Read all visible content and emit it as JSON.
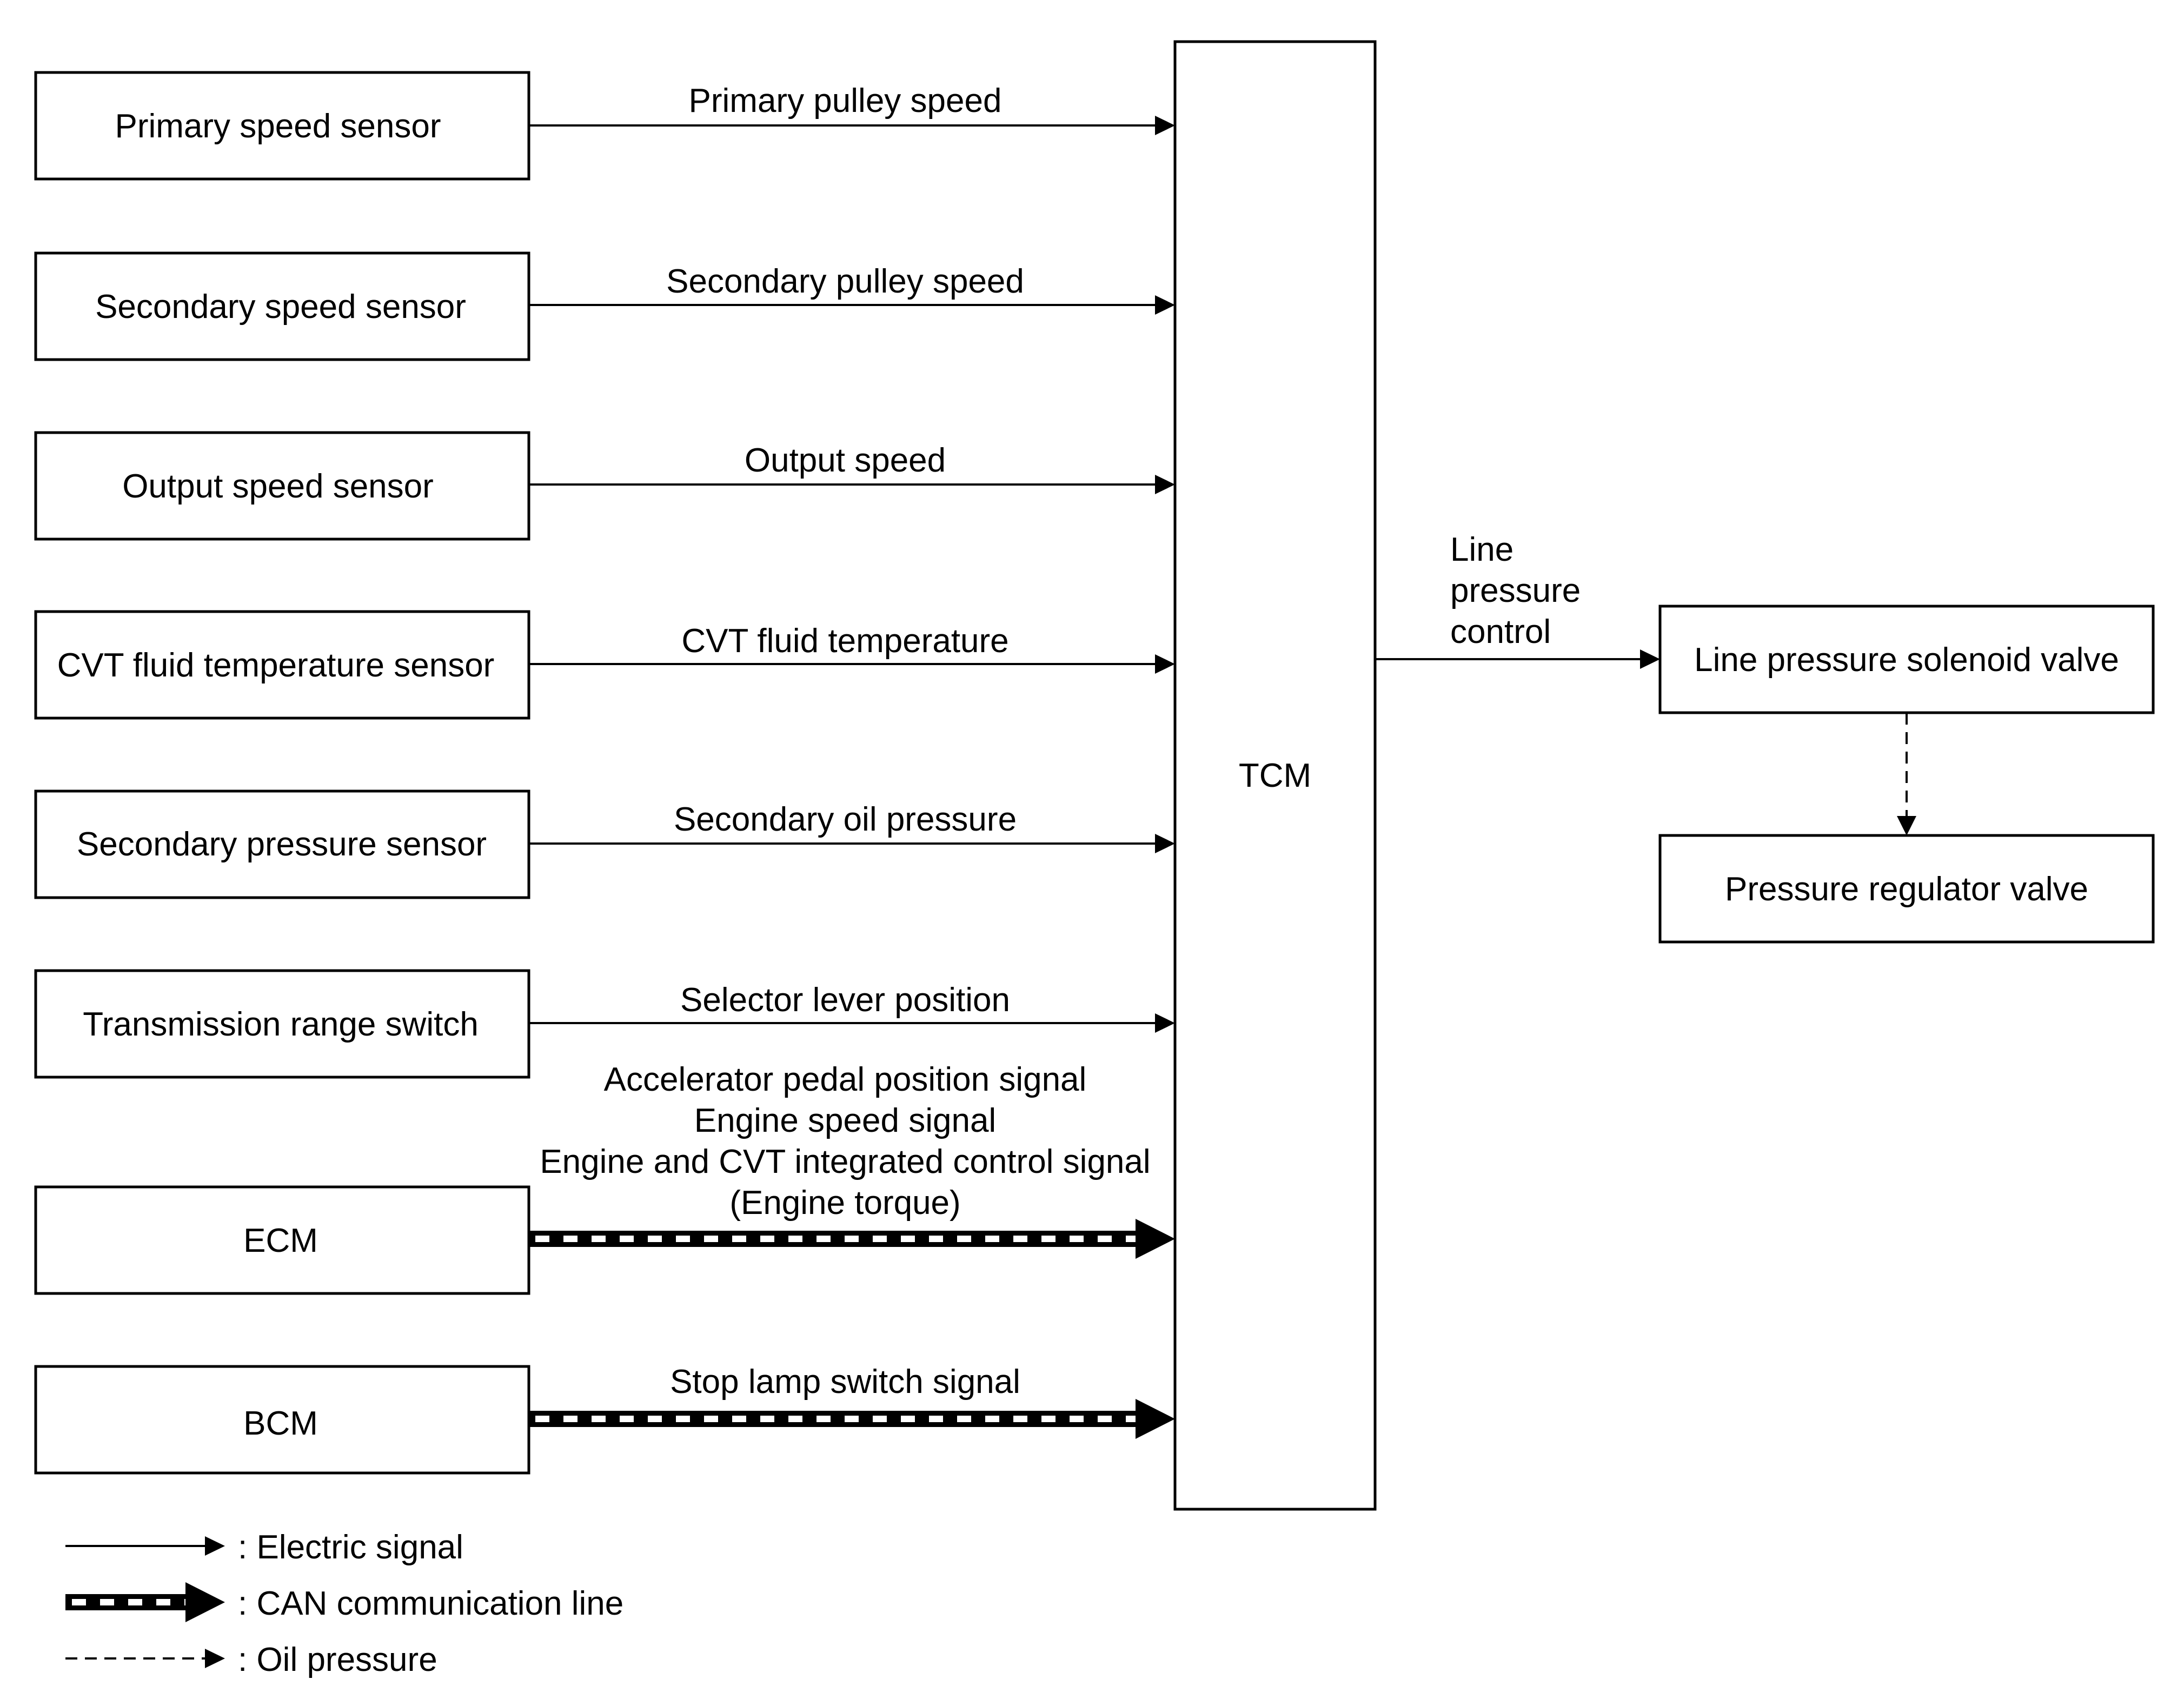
{
  "diagram": {
    "controller": "TCM",
    "inputs": [
      {
        "source": "Primary speed sensor",
        "signal": "Primary pulley speed",
        "line": "electric"
      },
      {
        "source": "Secondary speed sensor",
        "signal": "Secondary pulley speed",
        "line": "electric"
      },
      {
        "source": "Output speed sensor",
        "signal": "Output speed",
        "line": "electric"
      },
      {
        "source": "CVT fluid temperature sensor",
        "signal": "CVT fluid temperature",
        "line": "electric"
      },
      {
        "source": "Secondary pressure sensor",
        "signal": "Secondary oil pressure",
        "line": "electric"
      },
      {
        "source": "Transmission range switch",
        "signal": "Selector lever position",
        "line": "electric"
      },
      {
        "source": "ECM",
        "signal_lines": [
          "Accelerator pedal position signal",
          "Engine speed signal",
          "Engine and CVT integrated control signal",
          "(Engine torque)"
        ],
        "line": "can"
      },
      {
        "source": "BCM",
        "signal": "Stop lamp switch signal",
        "line": "can"
      }
    ],
    "output": {
      "signal_lines": [
        "Line",
        "pressure",
        "control"
      ],
      "target": "Line pressure solenoid valve",
      "line": "electric"
    },
    "downstream": {
      "from": "Line pressure solenoid valve",
      "target": "Pressure regulator valve",
      "line": "oil"
    }
  },
  "legend": [
    {
      "type": "electric",
      "label": ": Electric signal"
    },
    {
      "type": "can",
      "label": ": CAN communication line"
    },
    {
      "type": "oil",
      "label": ": Oil pressure"
    }
  ],
  "colors": {
    "line": "#000000",
    "background": "#ffffff"
  }
}
